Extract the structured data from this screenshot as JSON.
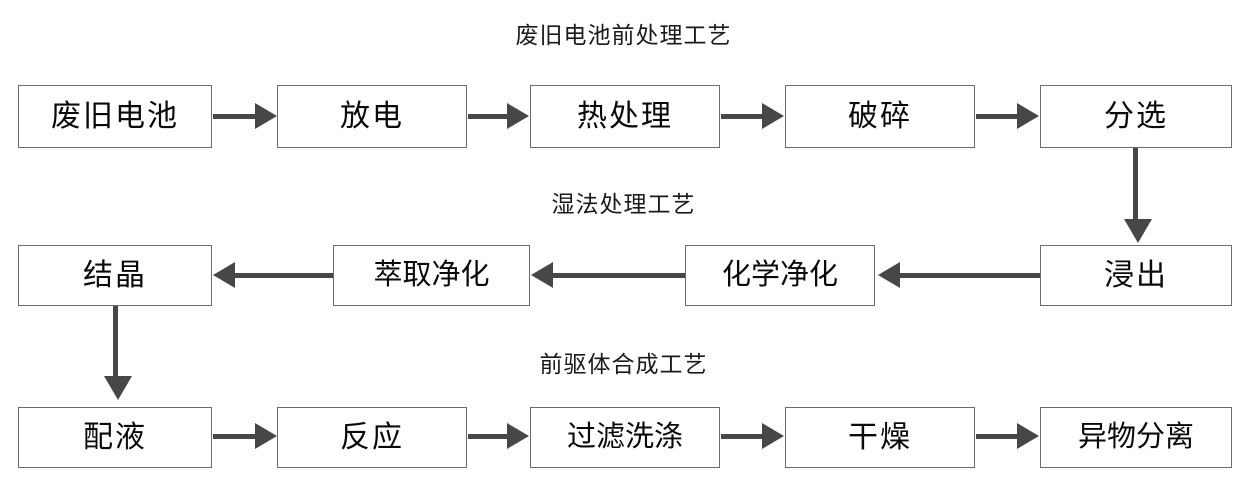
{
  "diagram": {
    "title_font_color": "#1a1a1a",
    "node_border_color": "#6b6b6b",
    "arrow_color": "#474747",
    "background_color": "#ffffff",
    "sections": [
      {
        "id": "pretreatment",
        "title": "废旧电池前处理工艺",
        "flow_direction": "left-to-right",
        "nodes": [
          {
            "id": "waste-battery",
            "label": "废旧电池"
          },
          {
            "id": "discharge",
            "label": "放电"
          },
          {
            "id": "heat-treatment",
            "label": "热处理"
          },
          {
            "id": "crushing",
            "label": "破碎"
          },
          {
            "id": "sorting",
            "label": "分选"
          }
        ]
      },
      {
        "id": "hydrometallurgy",
        "title": "湿法处理工艺",
        "flow_direction": "right-to-left",
        "nodes": [
          {
            "id": "crystallization",
            "label": "结晶"
          },
          {
            "id": "extraction-purification",
            "label": "萃取净化"
          },
          {
            "id": "chemical-purification",
            "label": "化学净化"
          },
          {
            "id": "leaching",
            "label": "浸出"
          }
        ]
      },
      {
        "id": "precursor-synthesis",
        "title": "前驱体合成工艺",
        "flow_direction": "left-to-right",
        "nodes": [
          {
            "id": "solution-preparation",
            "label": "配液"
          },
          {
            "id": "reaction",
            "label": "反应"
          },
          {
            "id": "filtration-washing",
            "label": "过滤洗涤"
          },
          {
            "id": "drying",
            "label": "干燥"
          },
          {
            "id": "foreign-matter-separation",
            "label": "异物分离"
          }
        ]
      }
    ],
    "cross_section_links": [
      {
        "id": "sorting-to-leaching",
        "from": "分选",
        "to": "浸出",
        "direction": "down"
      },
      {
        "id": "crystallization-to-solution",
        "from": "结晶",
        "to": "配液",
        "direction": "down"
      }
    ]
  }
}
